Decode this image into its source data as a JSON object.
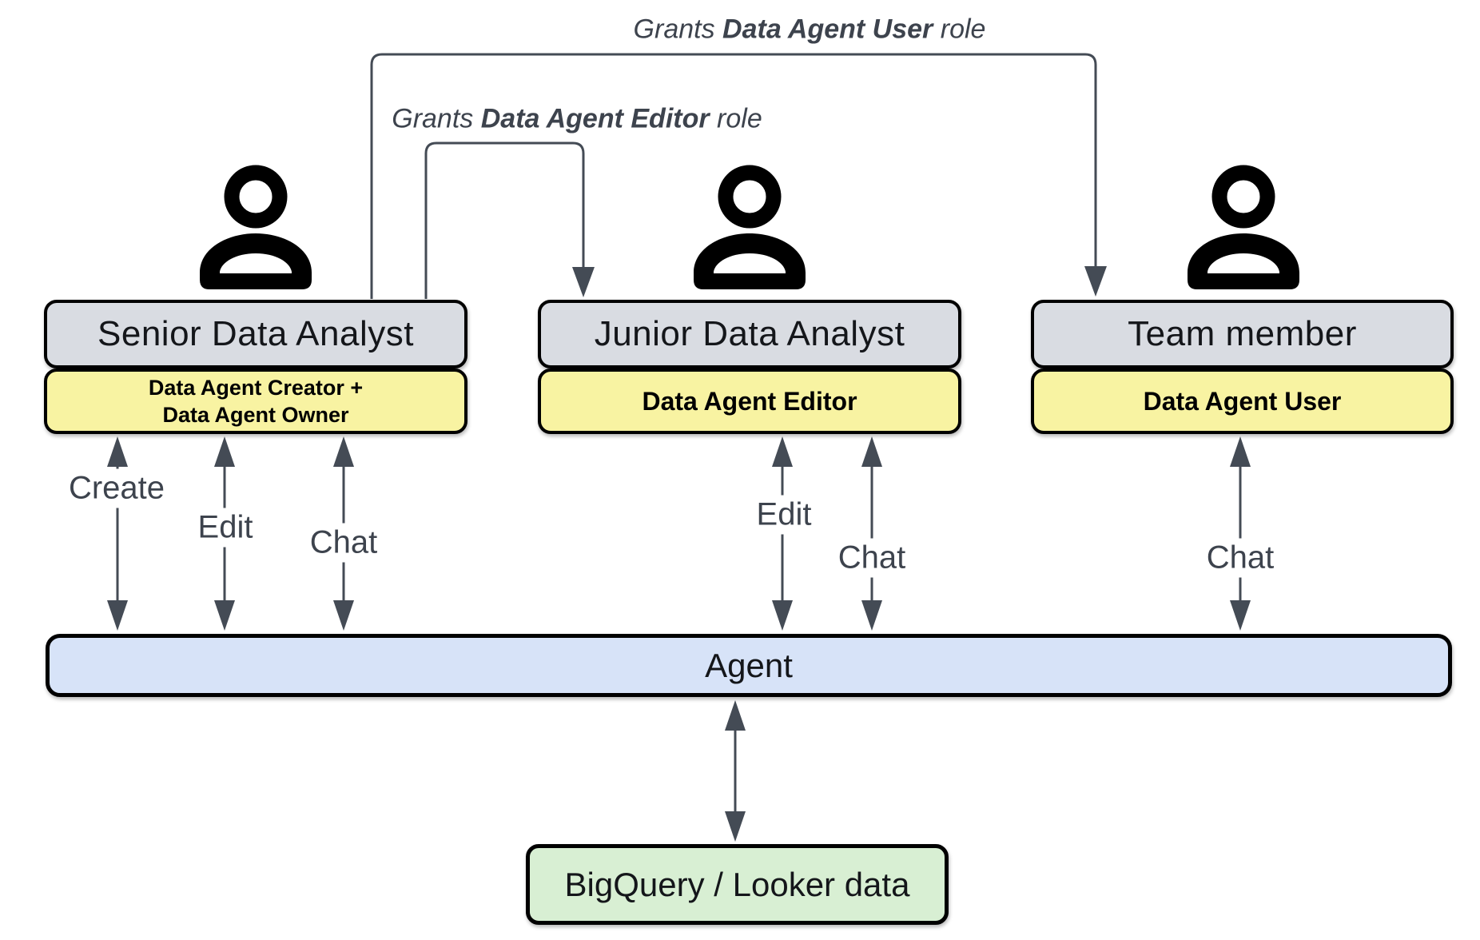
{
  "colors": {
    "box_grey": "#d9dce2",
    "box_yellow": "#f8f3a2",
    "box_blue": "#d7e3f8",
    "box_green": "#d8efd3",
    "line": "#444b55",
    "border": "#000000",
    "text_grey": "#3d434d"
  },
  "grants": {
    "user": {
      "prefix": "Grants ",
      "role": "Data Agent User",
      "suffix": " role"
    },
    "editor": {
      "prefix": "Grants ",
      "role": "Data Agent Editor",
      "suffix": " role"
    }
  },
  "actors": [
    {
      "title": "Senior Data Analyst",
      "role_line1": "Data Agent Creator +",
      "role_line2": "Data Agent Owner",
      "actions": [
        "Create",
        "Edit",
        "Chat"
      ]
    },
    {
      "title": "Junior Data Analyst",
      "role": "Data Agent Editor",
      "actions": [
        "Edit",
        "Chat"
      ]
    },
    {
      "title": "Team member",
      "role": "Data Agent User",
      "actions": [
        "Chat"
      ]
    }
  ],
  "agent": {
    "label": "Agent"
  },
  "datastore": {
    "label": "BigQuery / Looker data"
  }
}
